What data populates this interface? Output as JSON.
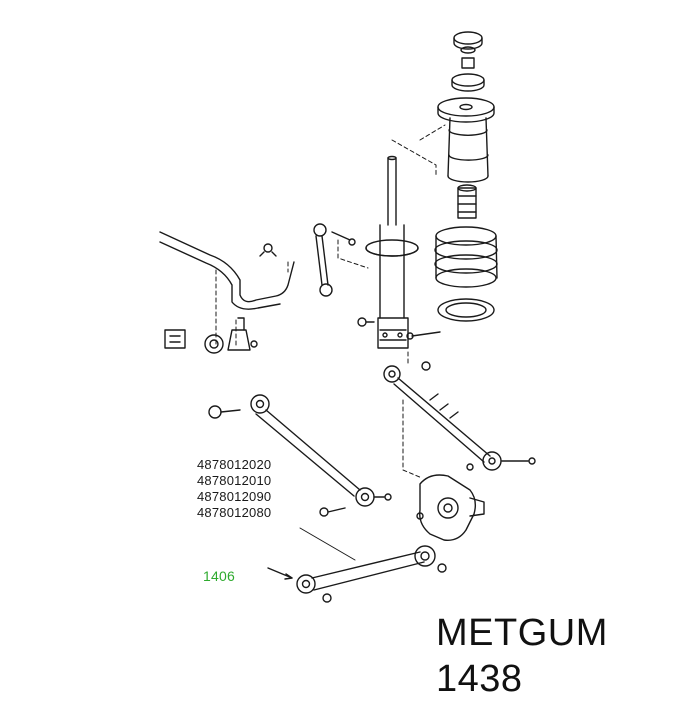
{
  "part_numbers": [
    "4878012020",
    "4878012010",
    "4878012090",
    "4878012080"
  ],
  "callout": {
    "label": "1406",
    "color": "#2eaa2e"
  },
  "caption": {
    "brand": "METGUM",
    "number": "1438"
  },
  "colors": {
    "ink": "#1a1a1a",
    "background": "#ffffff"
  }
}
